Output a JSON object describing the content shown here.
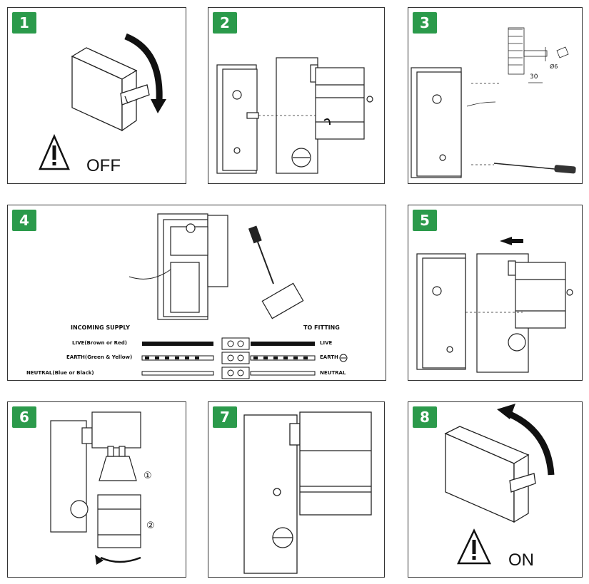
{
  "steps": [
    {
      "number": "1",
      "label": "OFF"
    },
    {
      "number": "2"
    },
    {
      "number": "3",
      "dimension_30": "30",
      "dimension_6": "Ø6"
    },
    {
      "number": "4"
    },
    {
      "number": "5"
    },
    {
      "number": "6",
      "callout_1": "①",
      "callout_2": "②"
    },
    {
      "number": "7"
    },
    {
      "number": "8",
      "label": "ON"
    }
  ],
  "wiring": {
    "incoming_supply": "INCOMING SUPPLY",
    "to_fitting": "TO FITTING",
    "live_in": "LIVE(Brown or Red)",
    "earth_in": "EARTH(Green & Yellow)",
    "neutral_in": "NEUTRAL(Blue or Black)",
    "live_out": "LIVE",
    "earth_out": "EARTH",
    "neutral_out": "NEUTRAL"
  },
  "colors": {
    "badge": "#2b9a4b",
    "line": "#222222"
  },
  "icons": [
    "warning-triangle-icon",
    "rotate-arrow-icon",
    "screwdriver-icon",
    "earth-symbol-icon"
  ]
}
